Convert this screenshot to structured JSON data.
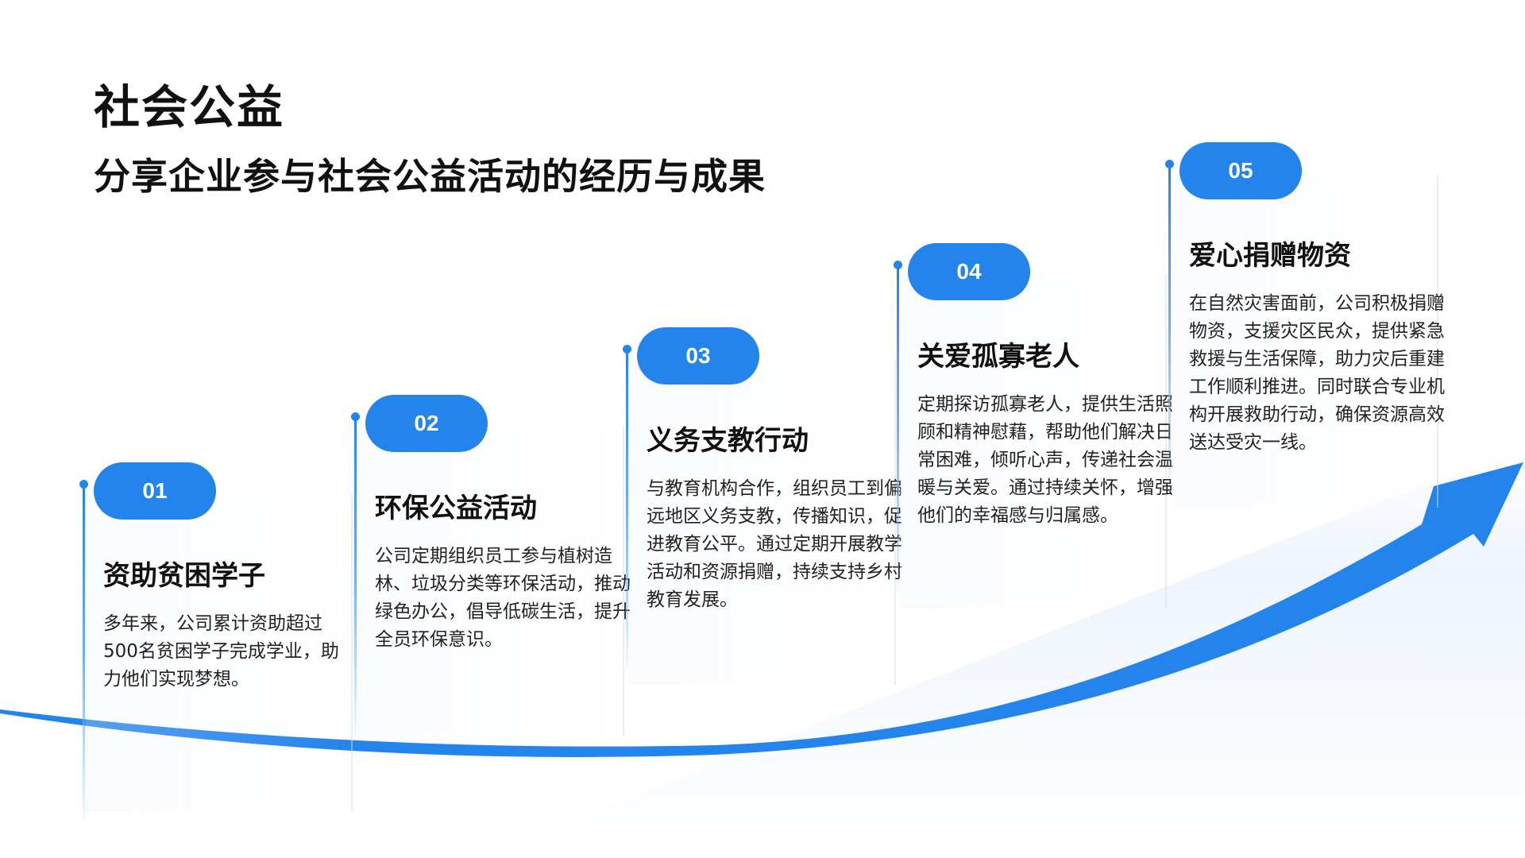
{
  "slide": {
    "title": "社会公益",
    "subtitle": "分享企业参与社会公益活动的经历与成果",
    "accent_color": "#2384EC",
    "text_color": "#111111",
    "background": "#FFFFFF"
  },
  "growth_arrow": {
    "icon": "upward-trend-arrow-icon",
    "color": "#2384EC"
  },
  "steps": [
    {
      "number": "01",
      "heading": "资助贫困学子",
      "body": "多年来，公司累计资助超过500名贫困学子完成学业，助力他们实现梦想。"
    },
    {
      "number": "02",
      "heading": "环保公益活动",
      "body": "公司定期组织员工参与植树造林、垃圾分类等环保活动，推动绿色办公，倡导低碳生活，提升全员环保意识。"
    },
    {
      "number": "03",
      "heading": "义务支教行动",
      "body": "与教育机构合作，组织员工到偏远地区义务支教，传播知识，促进教育公平。通过定期开展教学活动和资源捐赠，持续支持乡村教育发展。"
    },
    {
      "number": "04",
      "heading": "关爱孤寡老人",
      "body": "定期探访孤寡老人，提供生活照顾和精神慰藉，帮助他们解决日常困难，倾听心声，传递社会温暖与关爱。通过持续关怀，增强他们的幸福感与归属感。"
    },
    {
      "number": "05",
      "heading": "爱心捐赠物资",
      "body": "在自然灾害面前，公司积极捐赠物资，支援灾区民众，提供紧急救援与生活保障，助力灾后重建工作顺利推进。同时联合专业机构开展救助行动，确保资源高效送达受灾一线。"
    }
  ]
}
